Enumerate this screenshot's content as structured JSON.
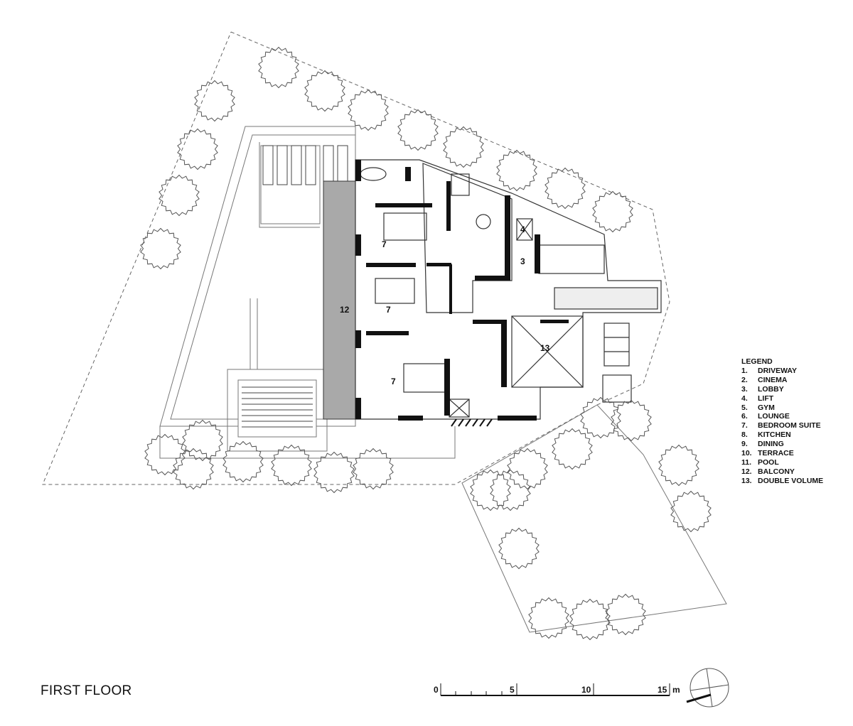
{
  "title": "FIRST FLOOR",
  "legend": {
    "heading": "LEGEND",
    "items": [
      {
        "num": "1.",
        "label": "DRIVEWAY"
      },
      {
        "num": "2.",
        "label": "CINEMA"
      },
      {
        "num": "3.",
        "label": "LOBBY"
      },
      {
        "num": "4.",
        "label": "LIFT"
      },
      {
        "num": "5.",
        "label": "GYM"
      },
      {
        "num": "6.",
        "label": "LOUNGE"
      },
      {
        "num": "7.",
        "label": "BEDROOM SUITE"
      },
      {
        "num": "8.",
        "label": "KITCHEN"
      },
      {
        "num": "9.",
        "label": "DINING"
      },
      {
        "num": "10.",
        "label": "TERRACE"
      },
      {
        "num": "11.",
        "label": "POOL"
      },
      {
        "num": "12.",
        "label": "BALCONY"
      },
      {
        "num": "13.",
        "label": "DOUBLE VOLUME"
      }
    ]
  },
  "rooms": {
    "bedroom_a": "7",
    "bedroom_b": "7",
    "bedroom_c": "7",
    "balcony": "12",
    "double_volume": "13",
    "lobby": "3",
    "lift": "4"
  },
  "scale_bar": {
    "t0": "0",
    "t5": "5",
    "t10": "10",
    "t15": "15",
    "unit": "m"
  },
  "colors": {
    "balcony_fill": "#a9a9a9",
    "wall": "#111111",
    "line": "#555555"
  }
}
